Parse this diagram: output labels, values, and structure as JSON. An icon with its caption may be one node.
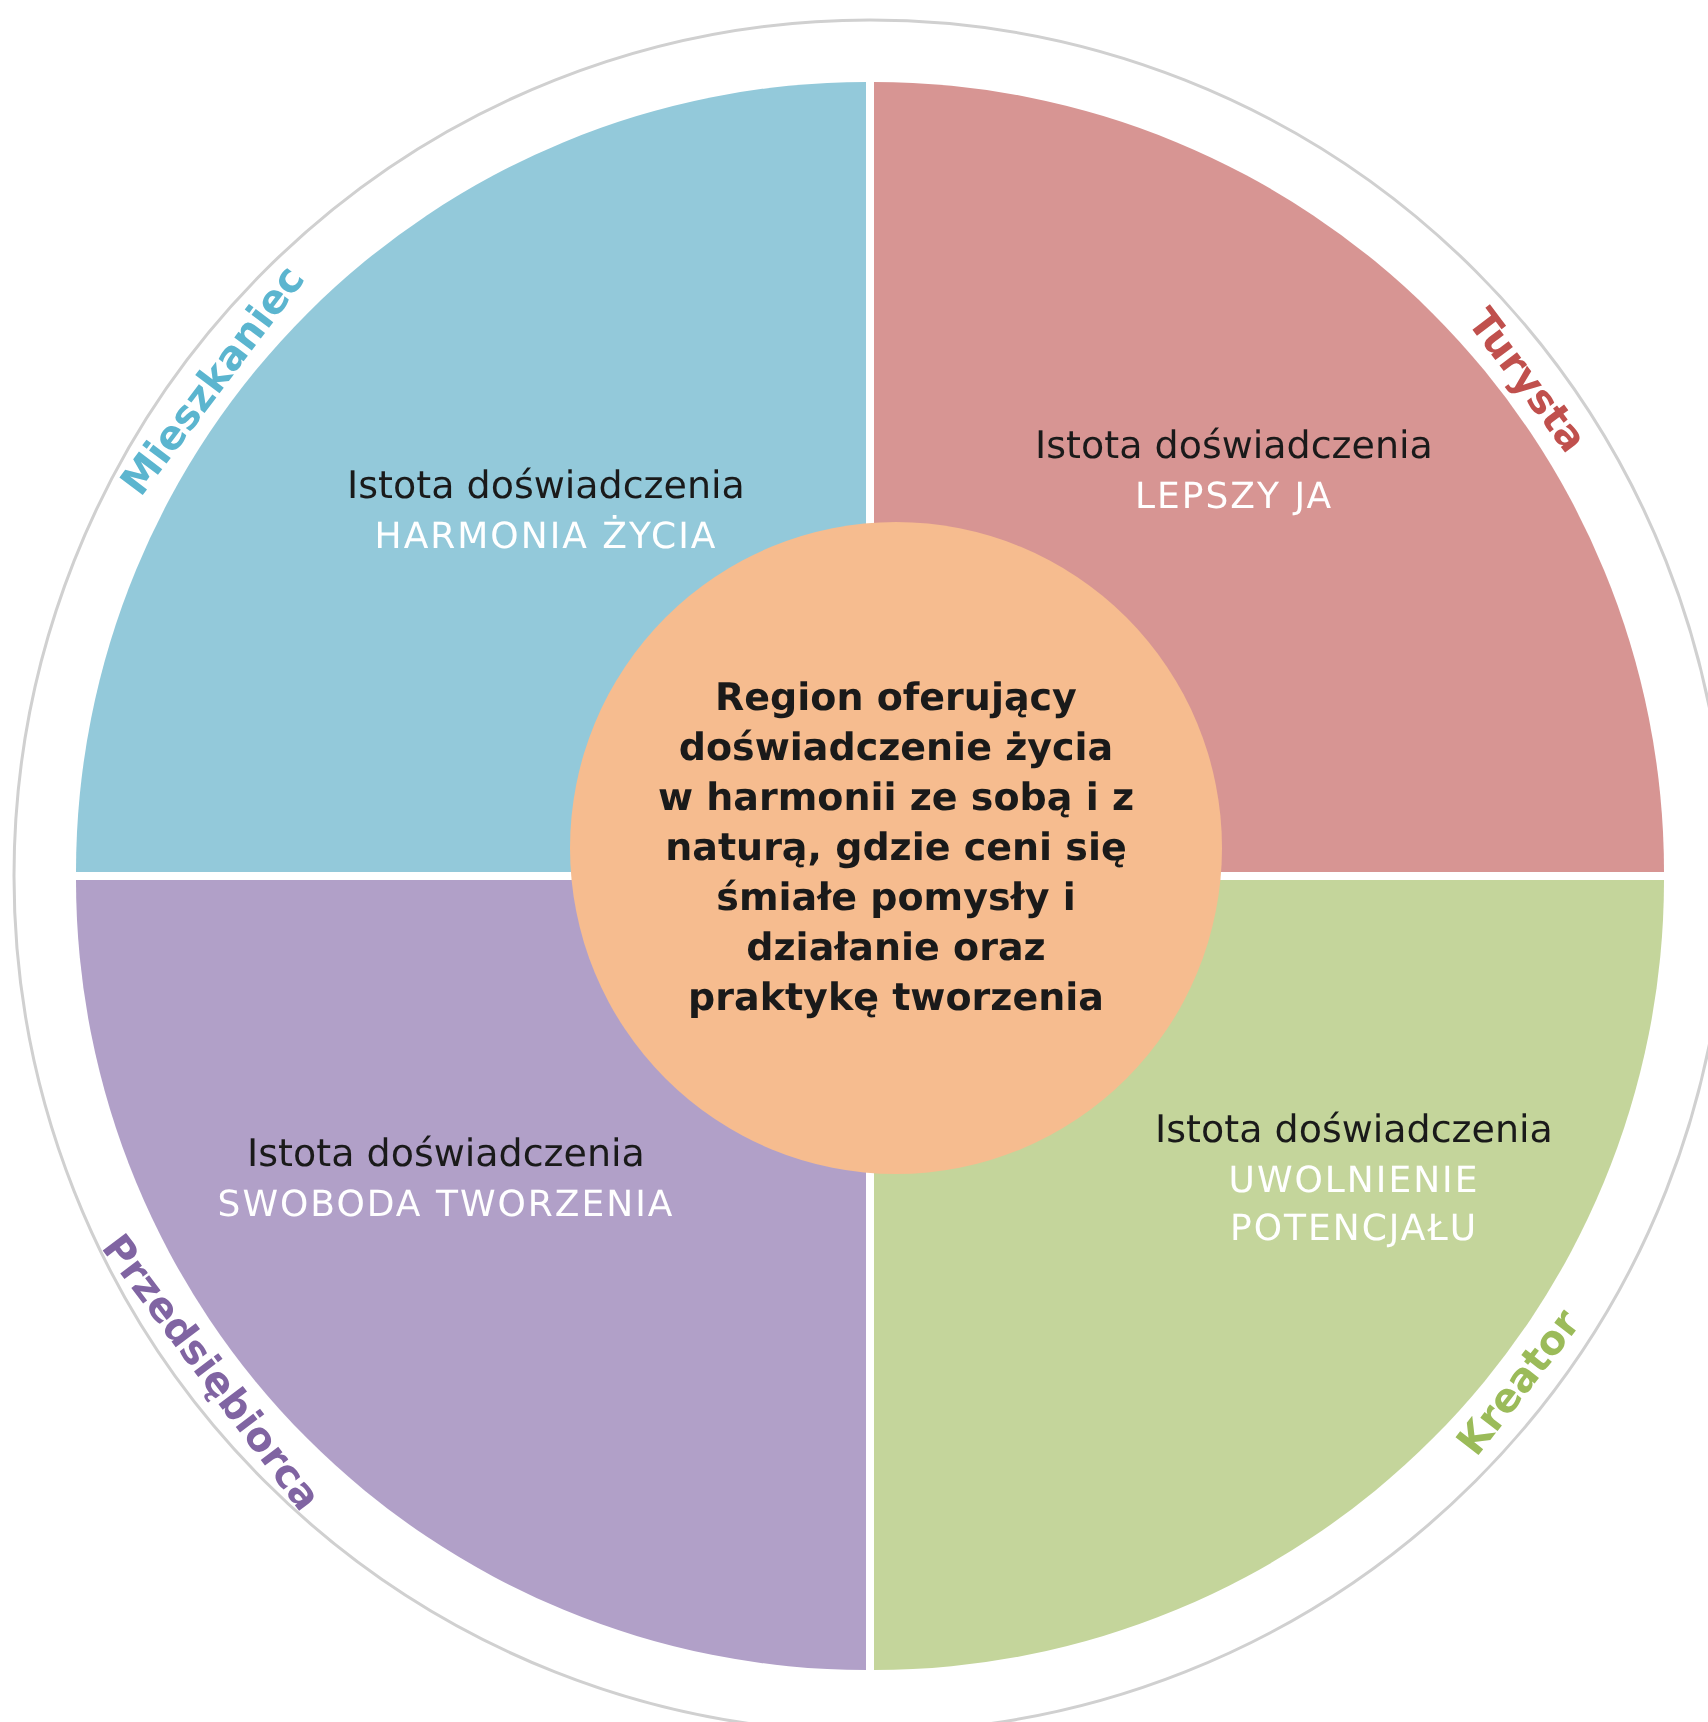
{
  "diagram": {
    "nodes": [
      {
        "text": [
          "Istota doświadczenia",
          "HARMONIA ŻYCIA"
        ],
        "beside": [
          "Mieszkaniec"
        ]
      },
      {
        "text": [
          "Istota doświadczenia",
          "LEPSZY JA"
        ],
        "beside": [
          "Turysta"
        ]
      },
      {
        "text": [
          "Region oferujący doświadczenie życia w harmonii ze sobą i z naturą, gdzie ceni się śmiałe pomysły i działanie oraz praktykę tworzenia"
        ]
      },
      {
        "text": [
          "Istota doświadczenia",
          "SWOBODA TWORZENIA"
        ],
        "beside": [
          "Przedsiębiorca"
        ]
      },
      {
        "text": [
          "Istota doświadczenia",
          "UWOLNIENIE POTENCJAŁU"
        ],
        "beside": [
          "Kreator"
        ]
      }
    ],
    "edges": []
  }
}
